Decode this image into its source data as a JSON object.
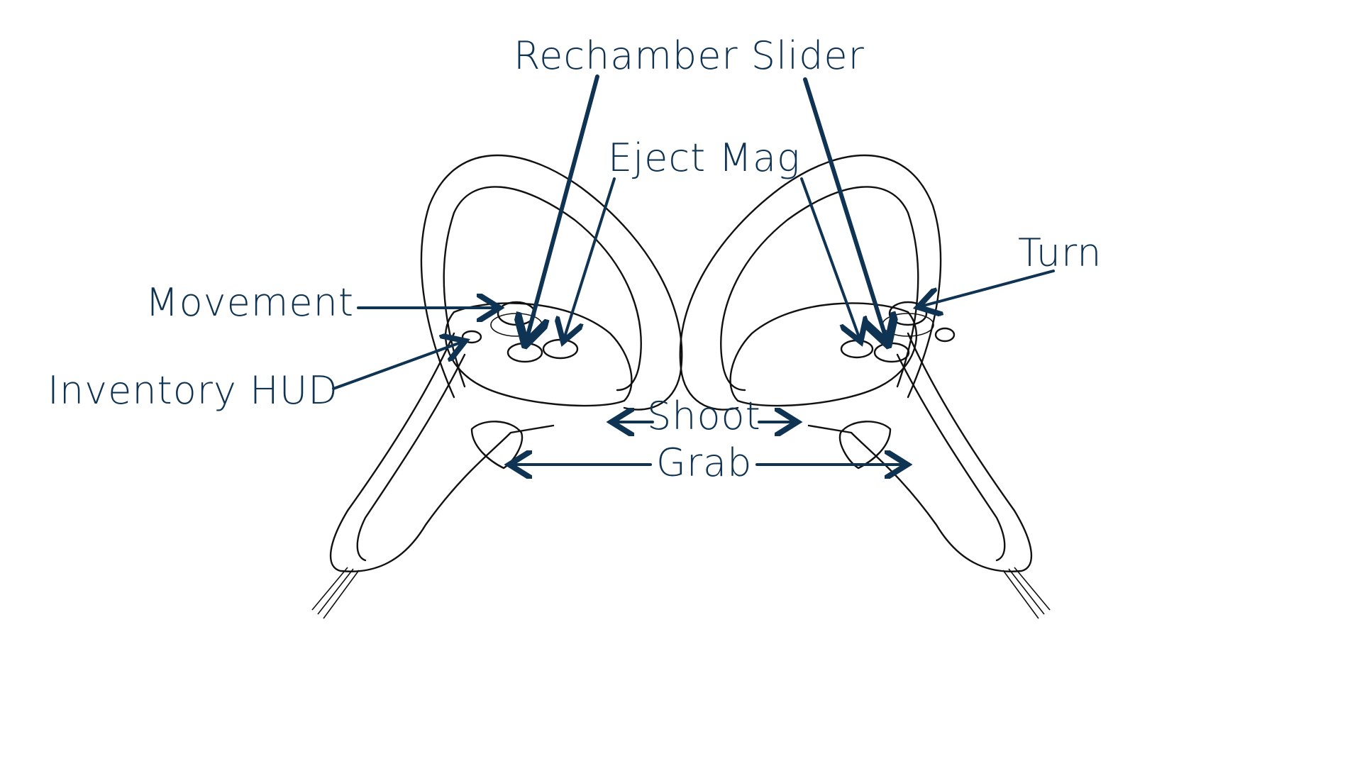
{
  "labels": {
    "rechamber_slider": "Rechamber Slider",
    "eject_mag": "Eject Mag",
    "movement": "Movement",
    "inventory_hud": "Inventory HUD",
    "turn": "Turn",
    "shoot": "Shoot",
    "grab": "Grab"
  },
  "colors": {
    "label_text": "#0f3352",
    "arrows": "#0f3352",
    "controller_outline": "#111111",
    "background": "#ffffff"
  }
}
